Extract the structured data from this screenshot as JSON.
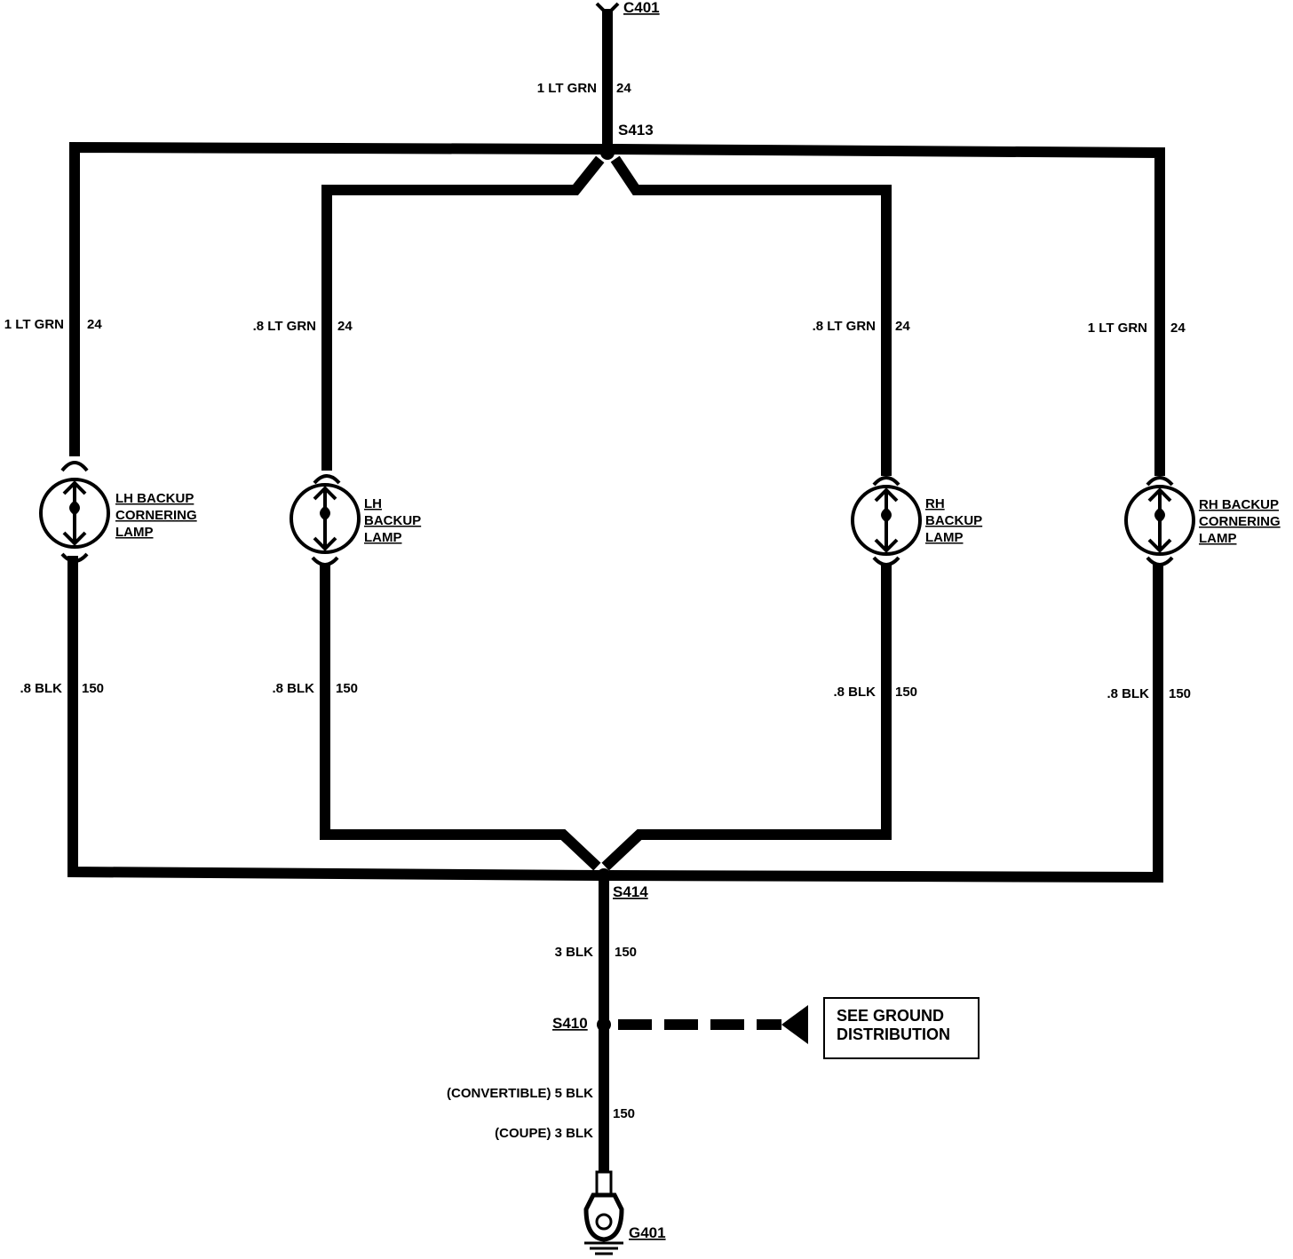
{
  "connectors": {
    "c401": "C401",
    "s413": "S413",
    "s414": "S414",
    "s410": "S410",
    "g401": "G401"
  },
  "wires": {
    "top_feed": {
      "gauge": "1 LT GRN",
      "circuit": "24"
    },
    "lh_outer_top": {
      "gauge": "1 LT GRN",
      "circuit": "24"
    },
    "lh_inner_top": {
      "gauge": ".8 LT GRN",
      "circuit": "24"
    },
    "rh_inner_top": {
      "gauge": ".8 LT GRN",
      "circuit": "24"
    },
    "rh_outer_top": {
      "gauge": "1 LT GRN",
      "circuit": "24"
    },
    "lh_outer_bot": {
      "gauge": ".8 BLK",
      "circuit": "150"
    },
    "lh_inner_bot": {
      "gauge": ".8 BLK",
      "circuit": "150"
    },
    "rh_inner_bot": {
      "gauge": ".8 BLK",
      "circuit": "150"
    },
    "rh_outer_bot": {
      "gauge": ".8 BLK",
      "circuit": "150"
    },
    "ground_feed": {
      "gauge": "3 BLK",
      "circuit": "150"
    },
    "ground_lead": {
      "gauge_convertible": "(CONVERTIBLE)  5 BLK",
      "gauge_coupe": "(COUPE)  3 BLK",
      "circuit": "150"
    }
  },
  "lamps": {
    "lh_cornering": [
      "LH BACKUP",
      "CORNERING",
      "LAMP"
    ],
    "lh_backup": [
      "LH",
      "BACKUP",
      "LAMP"
    ],
    "rh_backup": [
      "RH",
      "BACKUP",
      "LAMP"
    ],
    "rh_cornering": [
      "RH BACKUP",
      "CORNERING",
      "LAMP"
    ]
  },
  "reference_box": [
    "SEE GROUND",
    "DISTRIBUTION"
  ]
}
